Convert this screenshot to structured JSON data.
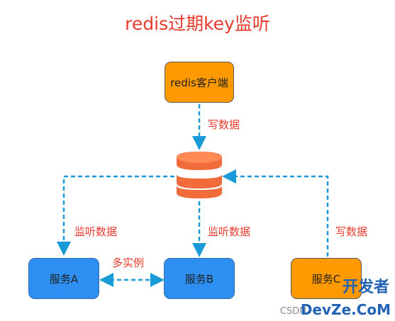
{
  "title": "redis过期key监听",
  "nodes": {
    "client": "redis客户端",
    "service_a": "服务A",
    "service_b": "服务B",
    "service_c": "服务C"
  },
  "edges": {
    "client_write": "写数据",
    "listen_a": "监听数据",
    "listen_b": "监听数据",
    "c_write": "写数据",
    "multi_instance": "多实例"
  },
  "watermark": {
    "csdn": "CSDN",
    "brand": "开发者",
    "brand_sub": "DevZe.CoM"
  },
  "colors": {
    "title": "#e8392c",
    "node_orange": "#ff9900",
    "node_blue": "#2d8ff2",
    "database": "#f26b3a",
    "arrow": "#1a9bd8"
  },
  "icons": [
    "database-icon"
  ]
}
